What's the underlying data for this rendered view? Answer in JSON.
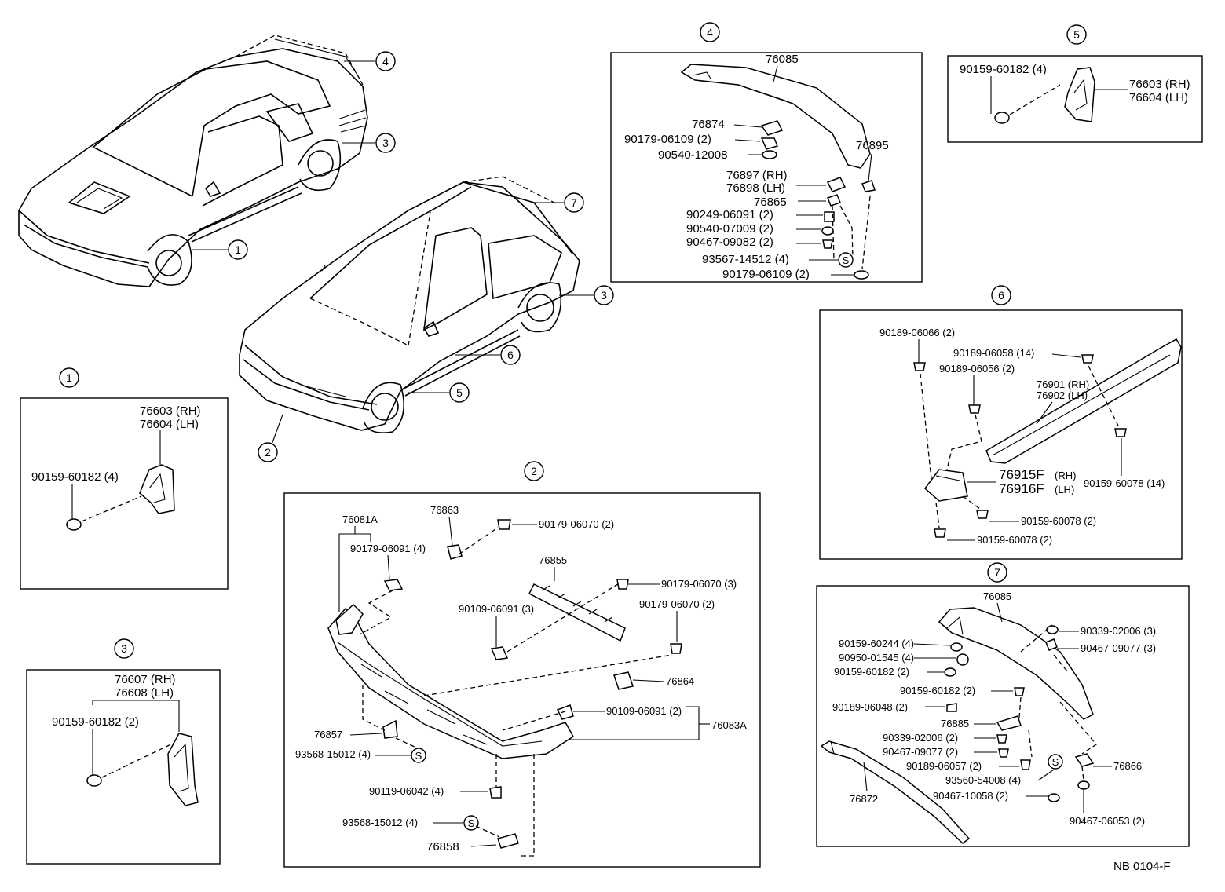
{
  "overview": {
    "coupe_callouts": [
      "4",
      "3",
      "1"
    ],
    "hatch_callouts": [
      "7",
      "3",
      "6",
      "5",
      "2"
    ]
  },
  "sections": {
    "s1": {
      "id": "1",
      "labels": [
        "76603 (RH)",
        "76604 (LH)",
        "90159-60182 (4)"
      ]
    },
    "s2": {
      "id": "2",
      "labels": [
        "76081A",
        "76863",
        "90179-06070 (2)",
        "90179-06091 (4)",
        "76855",
        "90179-06070 (3)",
        "90109-06091 (3)",
        "90179-06070 (2)",
        "76864",
        "90109-06091 (2)",
        "76083A",
        "76857",
        "93568-15012 (4)",
        "90119-06042 (4)",
        "93568-15012 (4)",
        "76858"
      ]
    },
    "s3": {
      "id": "3",
      "labels": [
        "76607 (RH)",
        "76608 (LH)",
        "90159-60182 (2)"
      ]
    },
    "s4": {
      "id": "4",
      "labels": [
        "76085",
        "76874",
        "90179-06109 (2)",
        "90540-12008",
        "76895",
        "76897 (RH)",
        "76898 (LH)",
        "76865",
        "90249-06091 (2)",
        "90540-07009 (2)",
        "90467-09082 (2)",
        "93567-14512 (4)",
        "90179-06109 (2)"
      ]
    },
    "s5": {
      "id": "5",
      "labels": [
        "90159-60182 (4)",
        "76603 (RH)",
        "76604 (LH)"
      ]
    },
    "s6": {
      "id": "6",
      "labels": [
        "90189-06066 (2)",
        "90189-06058 (14)",
        "90189-06056 (2)",
        "76901 (RH)",
        "76902 (LH)",
        "76915F",
        "(RH)",
        "76916F",
        "(LH)",
        "90159-60078 (14)",
        "90159-60078 (2)",
        "90159-60078 (2)"
      ]
    },
    "s7": {
      "id": "7",
      "labels": [
        "76085",
        "90339-02006 (3)",
        "90159-60244 (4)",
        "90467-09077 (3)",
        "90950-01545 (4)",
        "90159-60182 (2)",
        "90159-60182 (2)",
        "90189-06048 (2)",
        "76885",
        "90339-02006 (2)",
        "90467-09077 (2)",
        "90189-06057 (2)",
        "76866",
        "93560-54008 (4)",
        "90467-10058 (2)",
        "76872",
        "90467-06053 (2)"
      ]
    }
  },
  "s_marker": "S",
  "footer": {
    "code": "NB  0104-F"
  }
}
